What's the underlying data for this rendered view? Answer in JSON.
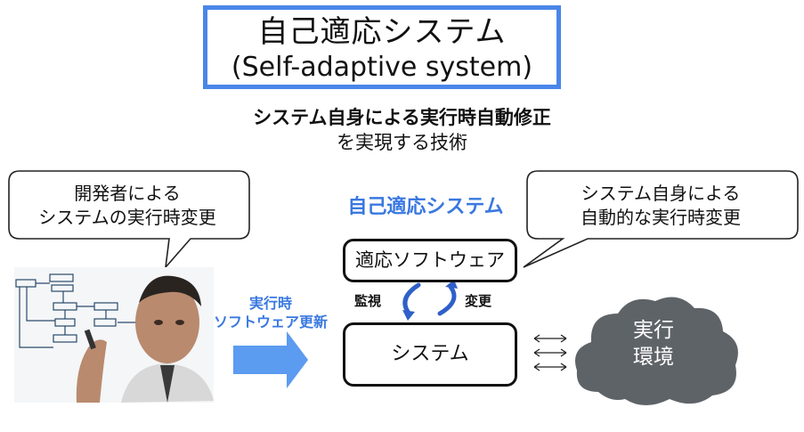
{
  "title": {
    "jp": "自己適応システム",
    "en": "(Self-adaptive system)"
  },
  "subtitle": {
    "bold": "システム自身による実行時自動修正",
    "normal": "を実現する技術"
  },
  "developer_bubble": {
    "line1": "開発者による",
    "line2": "システムの実行時変更"
  },
  "system_bubble": {
    "line1": "システム自身による",
    "line2": "自動的な実行時変更"
  },
  "self_adaptive_system": {
    "heading": "自己適応システム",
    "adaptive_software": "適応ソフトウェア",
    "system": "システム",
    "monitor_label": "監視",
    "change_label": "変更"
  },
  "runtime_update": {
    "line1": "実行時",
    "line2": "ソフトウェア更新"
  },
  "environment": {
    "line1": "実行",
    "line2": "環境"
  },
  "colors": {
    "accent_blue": "#4a86e8",
    "heading_blue": "#3a78e0",
    "cloud_gray": "#5e6368"
  }
}
